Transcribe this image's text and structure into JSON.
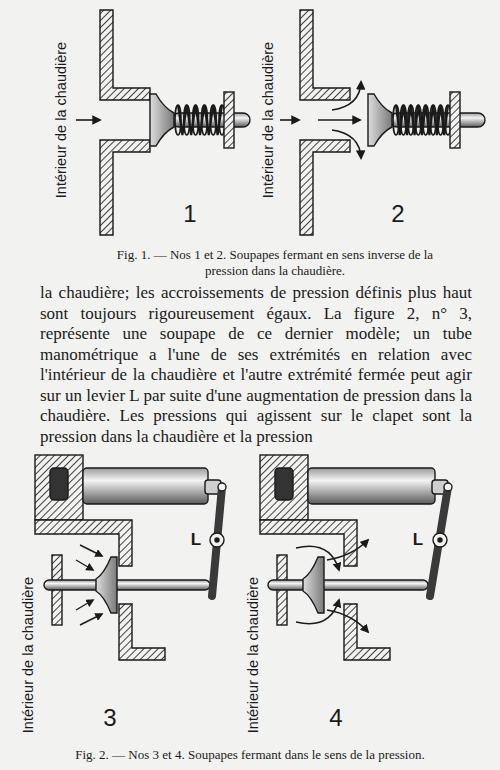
{
  "diagram": {
    "labels": [
      "Intérieur de la chaudière",
      "Intérieur de la chaudière",
      "1",
      "2",
      "Fig. 1. — Nos 1 et 2. Soupapes fermant en sens inverse de la pression dans la chaudière.",
      "la chaudière; les accroissements de pression définis plus haut sont toujours rigoureusement égaux. La figure 2, n° 3, représente une soupape de ce dernier modèle; un tube manométrique a l'une de ses extrémités en relation avec l'intérieur de la chaudière et l'autre extrémité fermée peut agir sur un levier L par suite d'une augmentation de pression dans la chaudière. Les pressions qui agissent sur le clapet sont la pression dans la chaudière et la pression",
      "Intérieur de la chaudière",
      "L",
      "Intérieur de la chaudière",
      "L",
      "3",
      "4",
      "Fig. 2. — Nos 3 et 4. Soupapes fermant dans le sens de la pression."
    ]
  }
}
